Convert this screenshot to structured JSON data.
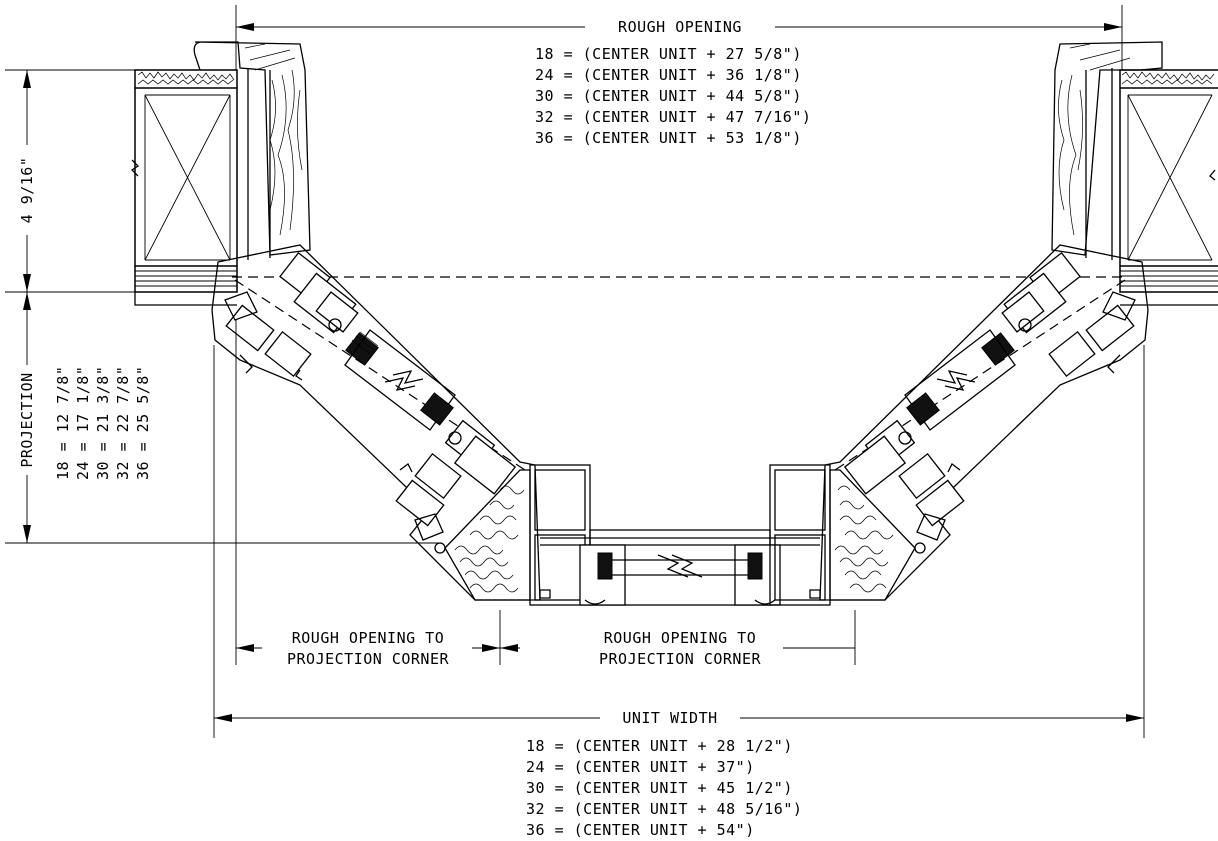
{
  "rough_opening": {
    "label": "ROUGH OPENING",
    "values": [
      "18 = (CENTER UNIT + 27 5/8\")",
      "24 = (CENTER UNIT + 36 1/8\")",
      "30 = (CENTER UNIT + 44 5/8\")",
      "32 = (CENTER UNIT + 47 7/16\")",
      "36 = (CENTER UNIT + 53 1/8\")"
    ]
  },
  "wall_depth": {
    "label": "4 9/16\""
  },
  "projection": {
    "label": "PROJECTION",
    "values": [
      "18 = 12 7/8\"",
      "24 = 17 1/8\"",
      "30 = 21 3/8\"",
      "32 = 22 7/8\"",
      "36 = 25 5/8\""
    ]
  },
  "rough_opening_to_corner_left": {
    "line1": "ROUGH OPENING TO",
    "line2": "PROJECTION CORNER"
  },
  "rough_opening_to_corner_right": {
    "line1": "ROUGH OPENING TO",
    "line2": "PROJECTION CORNER"
  },
  "unit_width": {
    "label": "UNIT WIDTH",
    "values": [
      "18 = (CENTER UNIT + 28 1/2\")",
      "24 = (CENTER UNIT + 37\")",
      "30 = (CENTER UNIT + 45 1/2\")",
      "32 = (CENTER UNIT + 48 5/16\")",
      "36 = (CENTER UNIT + 54\")"
    ]
  }
}
